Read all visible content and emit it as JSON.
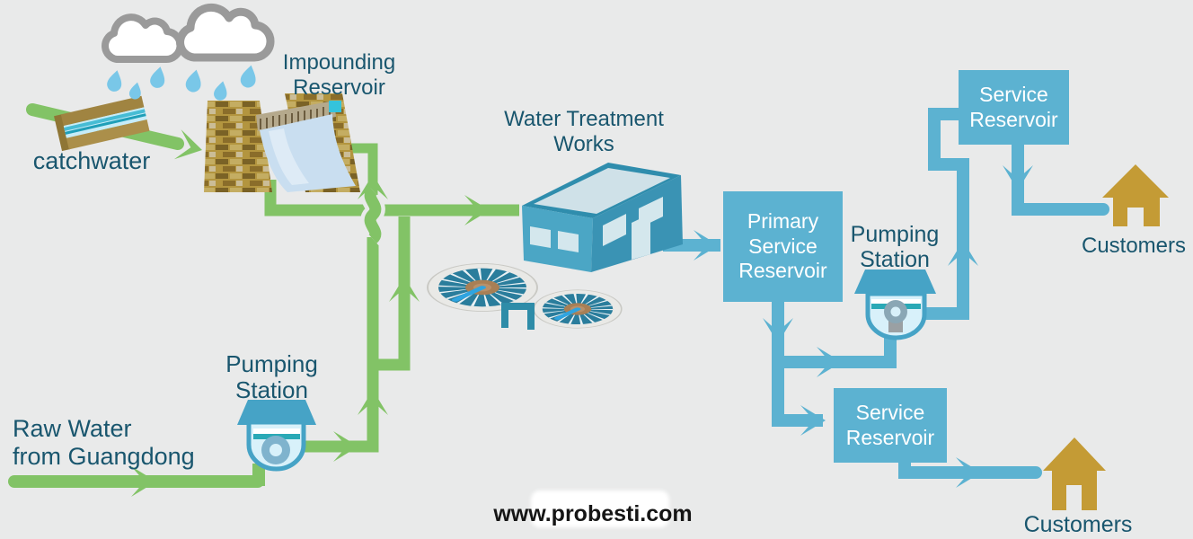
{
  "labels": {
    "catchwater": "catchwater",
    "impounding_reservoir": "Impounding\nReservoir",
    "water_treatment_works": "Water Treatment\nWorks",
    "raw_water_source": "Raw Water\nfrom Guangdong",
    "pumping_station_left": "Pumping\nStation",
    "pumping_station_right": "Pumping\nStation",
    "customers_top": "Customers",
    "customers_bottom": "Customers"
  },
  "boxes": {
    "primary_service_reservoir": "Primary\nService\nReservoir",
    "service_reservoir_top": "Service\nReservoir",
    "service_reservoir_bottom": "Service\nReservoir"
  },
  "watermark": "www.probesti.com",
  "colors": {
    "background": "#e9eaea",
    "raw_water_pipe_green": "#82c366",
    "treated_water_pipe_blue": "#5cb2d1",
    "label_text": "#19566e",
    "box_fill": "#5cb2d1",
    "box_text": "#ffffff",
    "house_gold": "#c49b35",
    "cloud_gray": "#9a9a9a",
    "rain_blue": "#79c7e8",
    "watermark_text": "#151515"
  }
}
